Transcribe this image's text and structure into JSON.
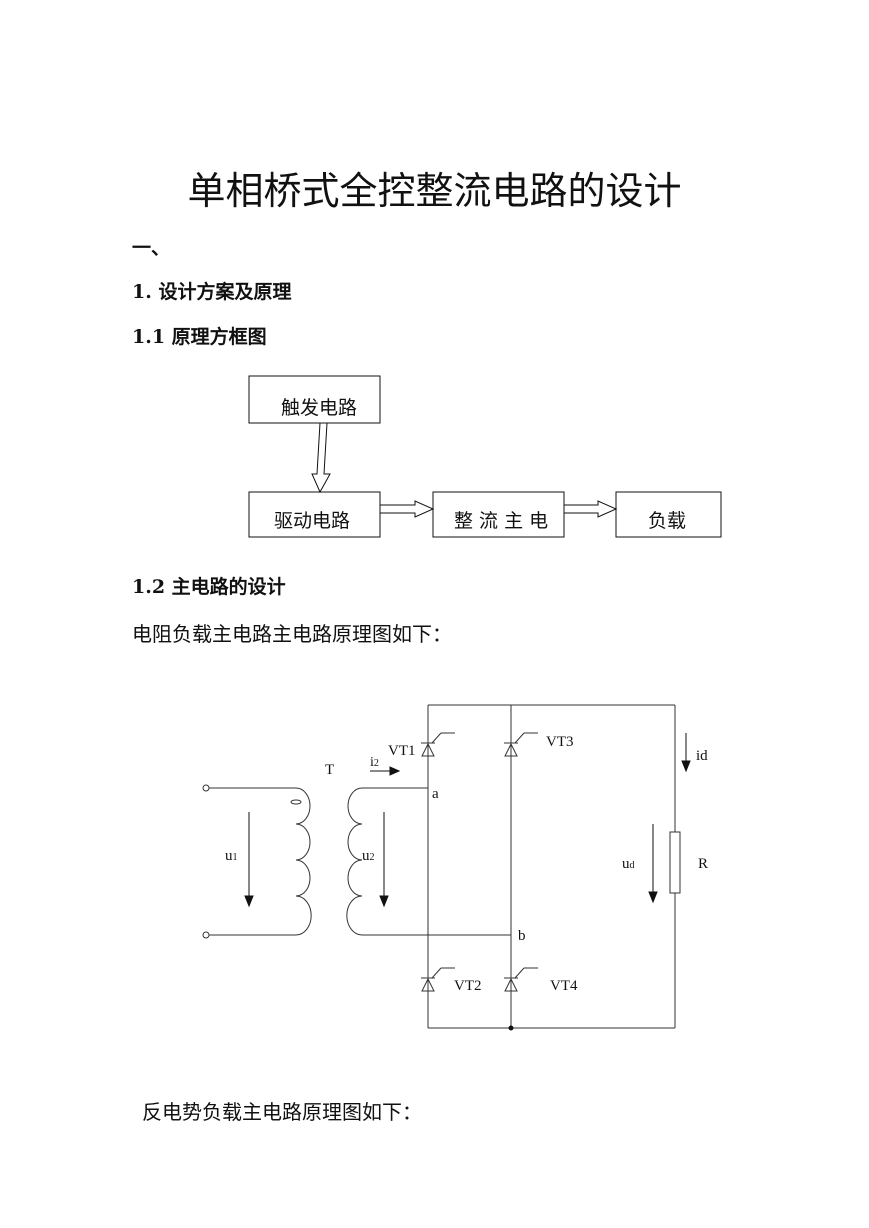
{
  "title": "单相桥式全控整流电路的设计",
  "section_one": "一、",
  "heading_1": "1. 设计方案及原理",
  "heading_1_1": "1.1  原理方框图",
  "block_diagram": {
    "trigger": "触发电路",
    "driver": "驱动电路",
    "rectifier": "整 流 主 电",
    "load": "负载"
  },
  "heading_1_2": "1.2   主电路的设计",
  "para_resistive": "电阻负载主电路主电路原理图如下：",
  "circuit": {
    "transformer": "T",
    "current_i2_main": "i",
    "current_i2_sub": "2",
    "vt1": "VT1",
    "vt2": "VT2",
    "vt3": "VT3",
    "vt4": "VT4",
    "node_a": "a",
    "node_b": "b",
    "u1_main": "u",
    "u1_sub": "1",
    "u2_main": "u",
    "u2_sub": "2",
    "ud_main": "u",
    "ud_sub": "d",
    "id": "id",
    "resistor": "R"
  },
  "para_back_emf": "反电势负载主电路原理图如下："
}
